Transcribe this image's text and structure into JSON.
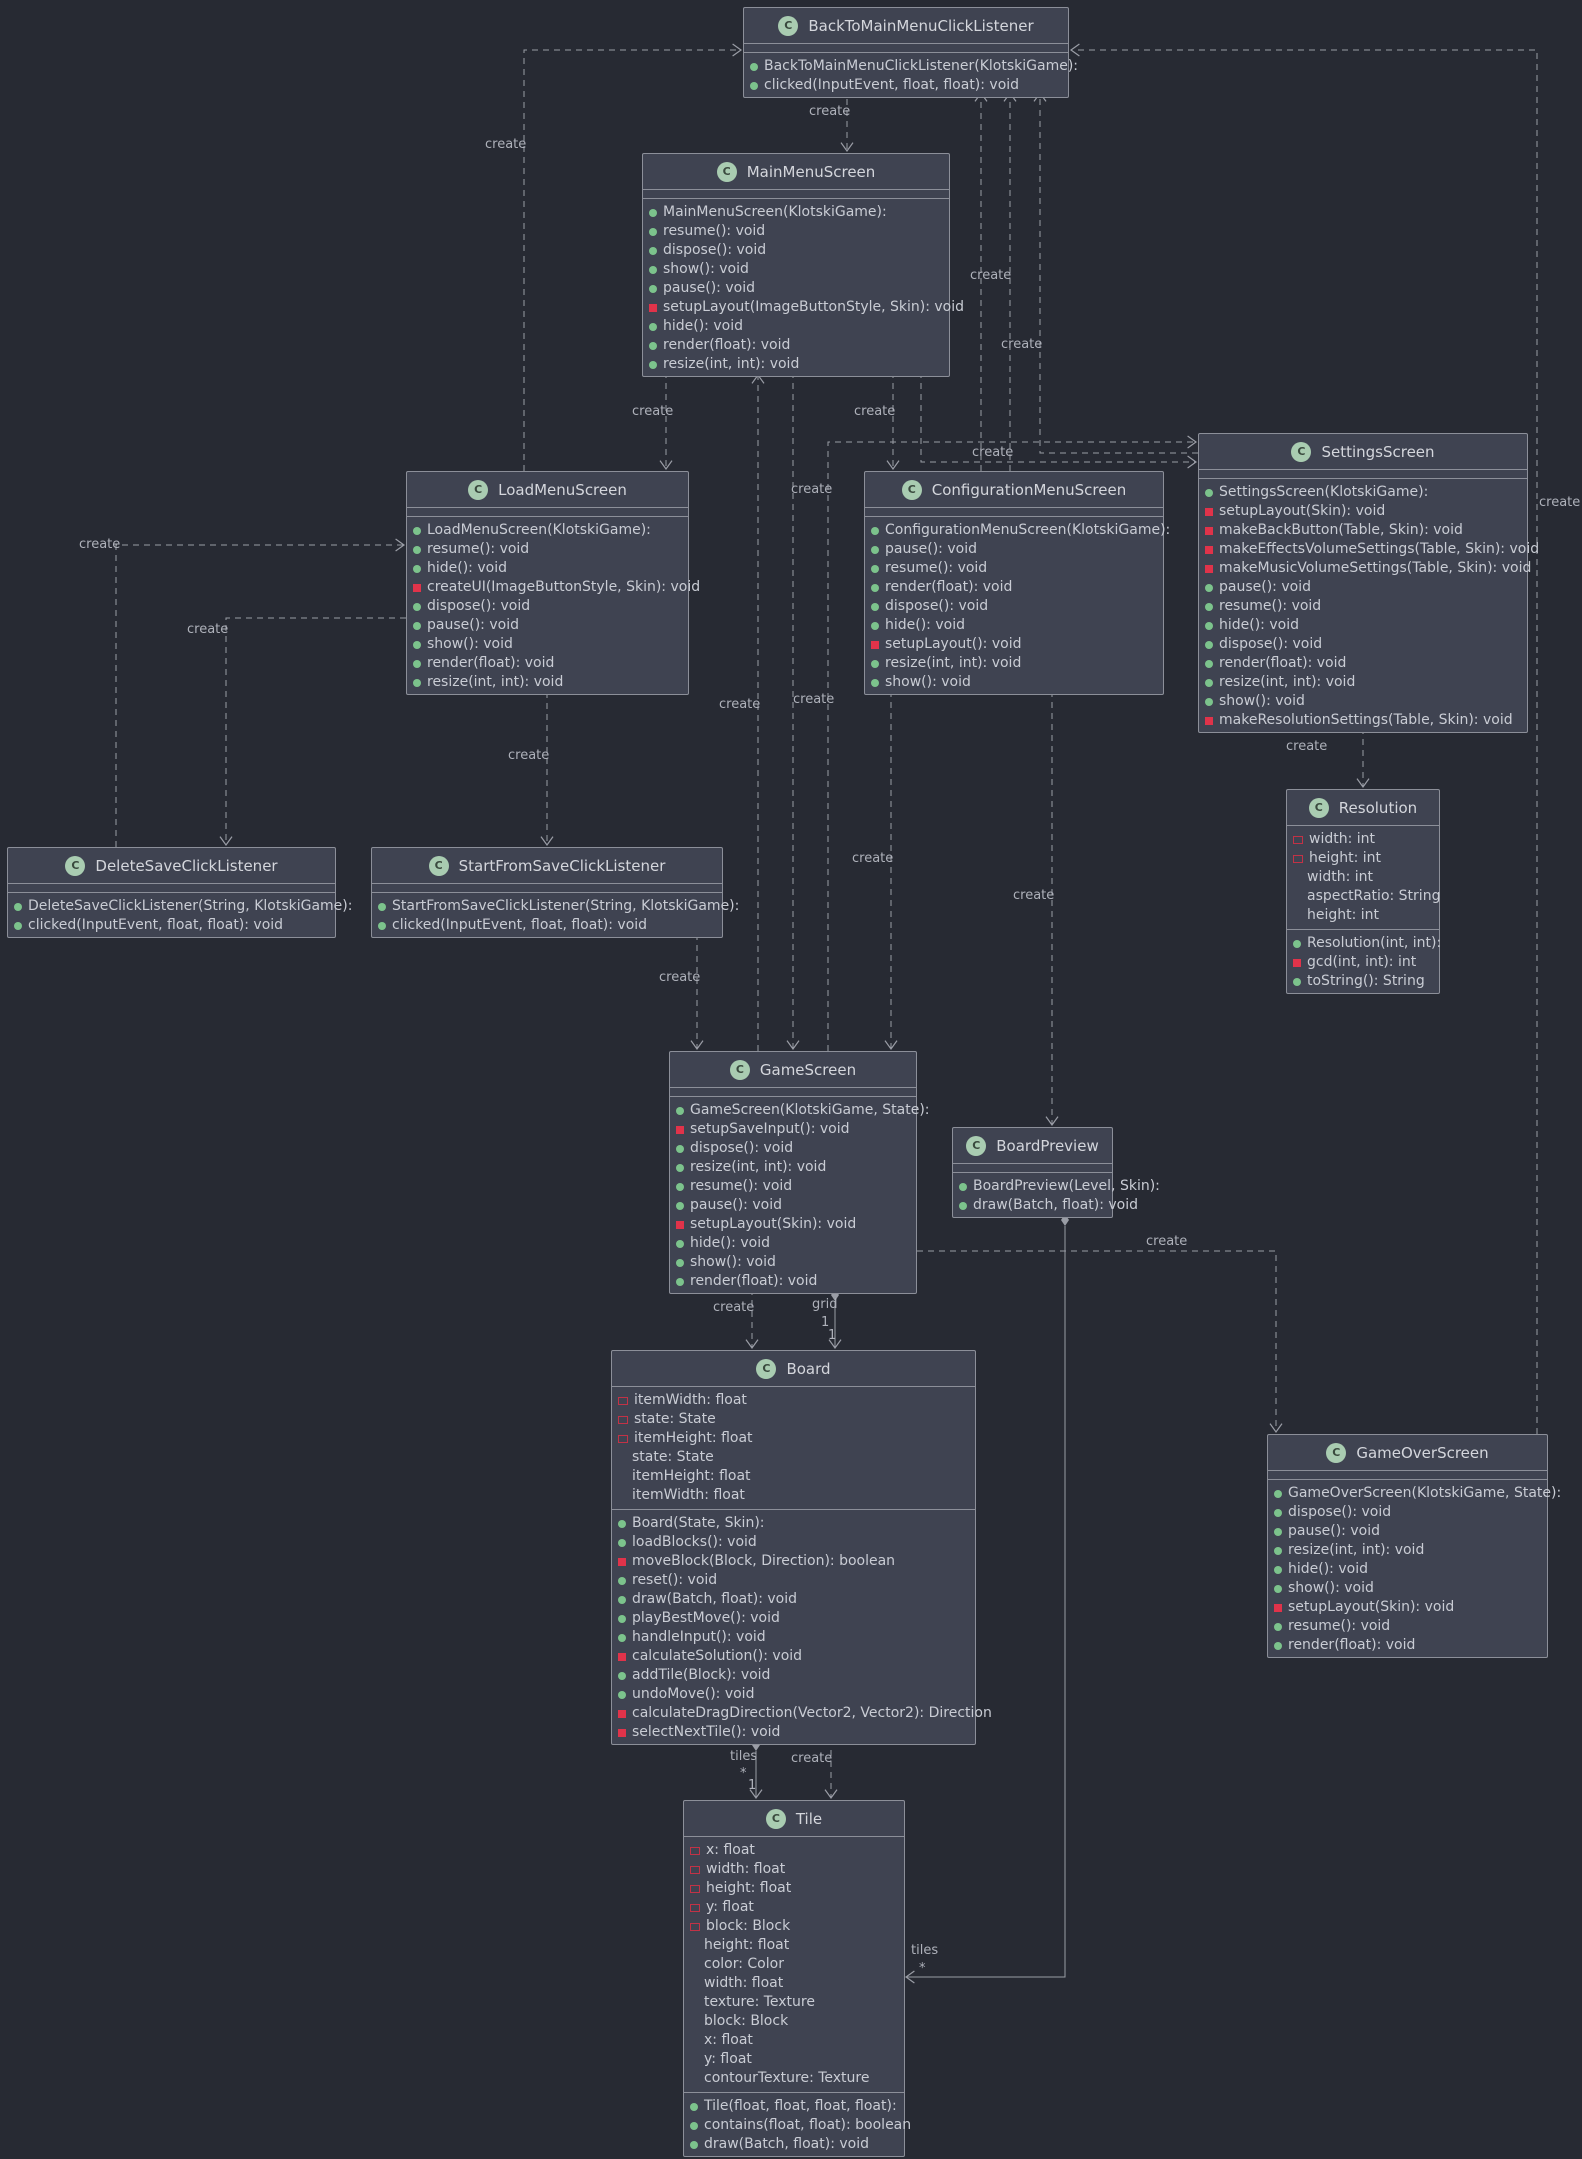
{
  "badge_letter": "C",
  "colors": {
    "background": "#272a33",
    "class_fill": "#3f4351",
    "border": "#8c8f99",
    "edge": "#9a9da6",
    "public": "#7cc38c",
    "private": "#e0334a"
  },
  "classes": {
    "back": {
      "name": "BackToMainMenuClickListener",
      "fields": [],
      "methods": [
        {
          "v": "pub",
          "t": "BackToMainMenuClickListener(KlotskiGame):"
        },
        {
          "v": "pub",
          "t": "clicked(InputEvent, float, float): void"
        }
      ]
    },
    "mainmenu": {
      "name": "MainMenuScreen",
      "fields": [],
      "methods": [
        {
          "v": "pub",
          "t": "MainMenuScreen(KlotskiGame):"
        },
        {
          "v": "pub",
          "t": "resume(): void"
        },
        {
          "v": "pub",
          "t": "dispose(): void"
        },
        {
          "v": "pub",
          "t": "show(): void"
        },
        {
          "v": "pub",
          "t": "pause(): void"
        },
        {
          "v": "pri",
          "t": "setupLayout(ImageButtonStyle, Skin): void"
        },
        {
          "v": "pub",
          "t": "hide(): void"
        },
        {
          "v": "pub",
          "t": "render(float): void"
        },
        {
          "v": "pub",
          "t": "resize(int, int): void"
        }
      ]
    },
    "settings": {
      "name": "SettingsScreen",
      "fields": [],
      "methods": [
        {
          "v": "pub",
          "t": "SettingsScreen(KlotskiGame):"
        },
        {
          "v": "pri",
          "t": "setupLayout(Skin): void"
        },
        {
          "v": "pri",
          "t": "makeBackButton(Table, Skin): void"
        },
        {
          "v": "pri",
          "t": "makeEffectsVolumeSettings(Table, Skin): void"
        },
        {
          "v": "pri",
          "t": "makeMusicVolumeSettings(Table, Skin): void"
        },
        {
          "v": "pub",
          "t": "pause(): void"
        },
        {
          "v": "pub",
          "t": "resume(): void"
        },
        {
          "v": "pub",
          "t": "hide(): void"
        },
        {
          "v": "pub",
          "t": "dispose(): void"
        },
        {
          "v": "pub",
          "t": "render(float): void"
        },
        {
          "v": "pub",
          "t": "resize(int, int): void"
        },
        {
          "v": "pub",
          "t": "show(): void"
        },
        {
          "v": "pri",
          "t": "makeResolutionSettings(Table, Skin): void"
        }
      ]
    },
    "loadmenu": {
      "name": "LoadMenuScreen",
      "fields": [],
      "methods": [
        {
          "v": "pub",
          "t": "LoadMenuScreen(KlotskiGame):"
        },
        {
          "v": "pub",
          "t": "resume(): void"
        },
        {
          "v": "pub",
          "t": "hide(): void"
        },
        {
          "v": "pri",
          "t": "createUI(ImageButtonStyle, Skin): void"
        },
        {
          "v": "pub",
          "t": "dispose(): void"
        },
        {
          "v": "pub",
          "t": "pause(): void"
        },
        {
          "v": "pub",
          "t": "show(): void"
        },
        {
          "v": "pub",
          "t": "render(float): void"
        },
        {
          "v": "pub",
          "t": "resize(int, int): void"
        }
      ]
    },
    "config": {
      "name": "ConfigurationMenuScreen",
      "fields": [],
      "methods": [
        {
          "v": "pub",
          "t": "ConfigurationMenuScreen(KlotskiGame):"
        },
        {
          "v": "pub",
          "t": "pause(): void"
        },
        {
          "v": "pub",
          "t": "resume(): void"
        },
        {
          "v": "pub",
          "t": "render(float): void"
        },
        {
          "v": "pub",
          "t": "dispose(): void"
        },
        {
          "v": "pub",
          "t": "hide(): void"
        },
        {
          "v": "pri",
          "t": "setupLayout(): void"
        },
        {
          "v": "pub",
          "t": "resize(int, int): void"
        },
        {
          "v": "pub",
          "t": "show(): void"
        }
      ]
    },
    "resolution": {
      "name": "Resolution",
      "fields": [
        {
          "v": "prio",
          "t": "width: int"
        },
        {
          "v": "prio",
          "t": "height: int"
        },
        {
          "v": "none",
          "t": "width: int"
        },
        {
          "v": "none",
          "t": "aspectRatio: String"
        },
        {
          "v": "none",
          "t": "height: int"
        }
      ],
      "methods": [
        {
          "v": "pub",
          "t": "Resolution(int, int):"
        },
        {
          "v": "pri",
          "t": "gcd(int, int): int"
        },
        {
          "v": "pub",
          "t": "toString(): String"
        }
      ]
    },
    "deletesave": {
      "name": "DeleteSaveClickListener",
      "fields": [],
      "methods": [
        {
          "v": "pub",
          "t": "DeleteSaveClickListener(String, KlotskiGame):"
        },
        {
          "v": "pub",
          "t": "clicked(InputEvent, float, float): void"
        }
      ]
    },
    "startsave": {
      "name": "StartFromSaveClickListener",
      "fields": [],
      "methods": [
        {
          "v": "pub",
          "t": "StartFromSaveClickListener(String, KlotskiGame):"
        },
        {
          "v": "pub",
          "t": "clicked(InputEvent, float, float): void"
        }
      ]
    },
    "game": {
      "name": "GameScreen",
      "fields": [],
      "methods": [
        {
          "v": "pub",
          "t": "GameScreen(KlotskiGame, State):"
        },
        {
          "v": "pri",
          "t": "setupSaveInput(): void"
        },
        {
          "v": "pub",
          "t": "dispose(): void"
        },
        {
          "v": "pub",
          "t": "resize(int, int): void"
        },
        {
          "v": "pub",
          "t": "resume(): void"
        },
        {
          "v": "pub",
          "t": "pause(): void"
        },
        {
          "v": "pri",
          "t": "setupLayout(Skin): void"
        },
        {
          "v": "pub",
          "t": "hide(): void"
        },
        {
          "v": "pub",
          "t": "show(): void"
        },
        {
          "v": "pub",
          "t": "render(float): void"
        }
      ]
    },
    "preview": {
      "name": "BoardPreview",
      "fields": [],
      "methods": [
        {
          "v": "pub",
          "t": "BoardPreview(Level, Skin):"
        },
        {
          "v": "pub",
          "t": "draw(Batch, float): void"
        }
      ]
    },
    "board": {
      "name": "Board",
      "fields": [
        {
          "v": "prio",
          "t": "itemWidth: float"
        },
        {
          "v": "prio",
          "t": "state: State"
        },
        {
          "v": "prio",
          "t": "itemHeight: float"
        },
        {
          "v": "none",
          "t": "state: State"
        },
        {
          "v": "none",
          "t": "itemHeight: float"
        },
        {
          "v": "none",
          "t": "itemWidth: float"
        }
      ],
      "methods": [
        {
          "v": "pub",
          "t": "Board(State, Skin):"
        },
        {
          "v": "pub",
          "t": "loadBlocks(): void"
        },
        {
          "v": "pri",
          "t": "moveBlock(Block, Direction): boolean"
        },
        {
          "v": "pub",
          "t": "reset(): void"
        },
        {
          "v": "pub",
          "t": "draw(Batch, float): void"
        },
        {
          "v": "pub",
          "t": "playBestMove(): void"
        },
        {
          "v": "pub",
          "t": "handleInput(): void"
        },
        {
          "v": "pri",
          "t": "calculateSolution(): void"
        },
        {
          "v": "pub",
          "t": "addTile(Block): void"
        },
        {
          "v": "pub",
          "t": "undoMove(): void"
        },
        {
          "v": "pri",
          "t": "calculateDragDirection(Vector2, Vector2): Direction"
        },
        {
          "v": "pri",
          "t": "selectNextTile(): void"
        }
      ]
    },
    "gameover": {
      "name": "GameOverScreen",
      "fields": [],
      "methods": [
        {
          "v": "pub",
          "t": "GameOverScreen(KlotskiGame, State):"
        },
        {
          "v": "pub",
          "t": "dispose(): void"
        },
        {
          "v": "pub",
          "t": "pause(): void"
        },
        {
          "v": "pub",
          "t": "resize(int, int): void"
        },
        {
          "v": "pub",
          "t": "hide(): void"
        },
        {
          "v": "pub",
          "t": "show(): void"
        },
        {
          "v": "pri",
          "t": "setupLayout(Skin): void"
        },
        {
          "v": "pub",
          "t": "resume(): void"
        },
        {
          "v": "pub",
          "t": "render(float): void"
        }
      ]
    },
    "tile": {
      "name": "Tile",
      "fields": [
        {
          "v": "prio",
          "t": "x: float"
        },
        {
          "v": "prio",
          "t": "width: float"
        },
        {
          "v": "prio",
          "t": "height: float"
        },
        {
          "v": "prio",
          "t": "y: float"
        },
        {
          "v": "prio",
          "t": "block: Block"
        },
        {
          "v": "none",
          "t": "height: float"
        },
        {
          "v": "none",
          "t": "color: Color"
        },
        {
          "v": "none",
          "t": "width: float"
        },
        {
          "v": "none",
          "t": "texture: Texture"
        },
        {
          "v": "none",
          "t": "block: Block"
        },
        {
          "v": "none",
          "t": "x: float"
        },
        {
          "v": "none",
          "t": "y: float"
        },
        {
          "v": "none",
          "t": "contourTexture: Texture"
        }
      ],
      "methods": [
        {
          "v": "pub",
          "t": "Tile(float, float, float, float):"
        },
        {
          "v": "pub",
          "t": "contains(float, float): boolean"
        },
        {
          "v": "pub",
          "t": "draw(Batch, float): void"
        }
      ]
    }
  },
  "edge_labels": {
    "create": "create",
    "grid": "grid",
    "tiles": "tiles",
    "one": "1",
    "many": "*"
  }
}
